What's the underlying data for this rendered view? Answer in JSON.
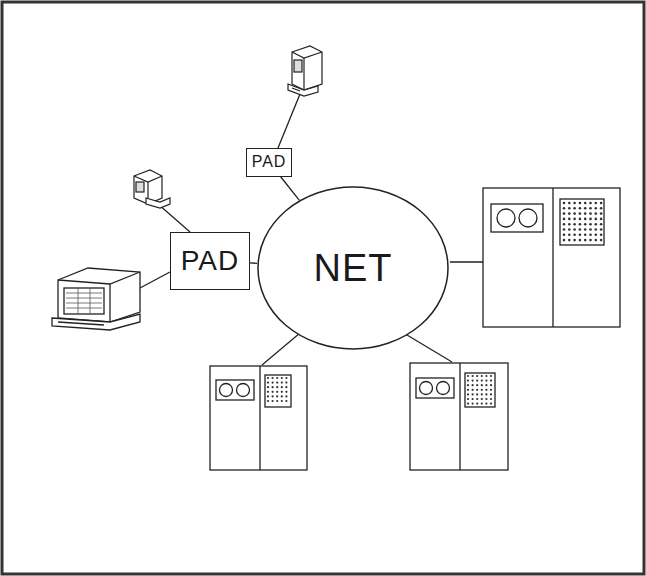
{
  "diagram": {
    "nodes": [
      {
        "text": [
          "NET"
        ]
      },
      {
        "text": [
          "PAD"
        ]
      },
      {
        "text": [
          "PAD"
        ]
      }
    ],
    "edges": [
      {
        "from": 1,
        "to": 0,
        "arrow": "none"
      },
      {
        "from": 2,
        "to": 0,
        "arrow": "none"
      }
    ]
  }
}
